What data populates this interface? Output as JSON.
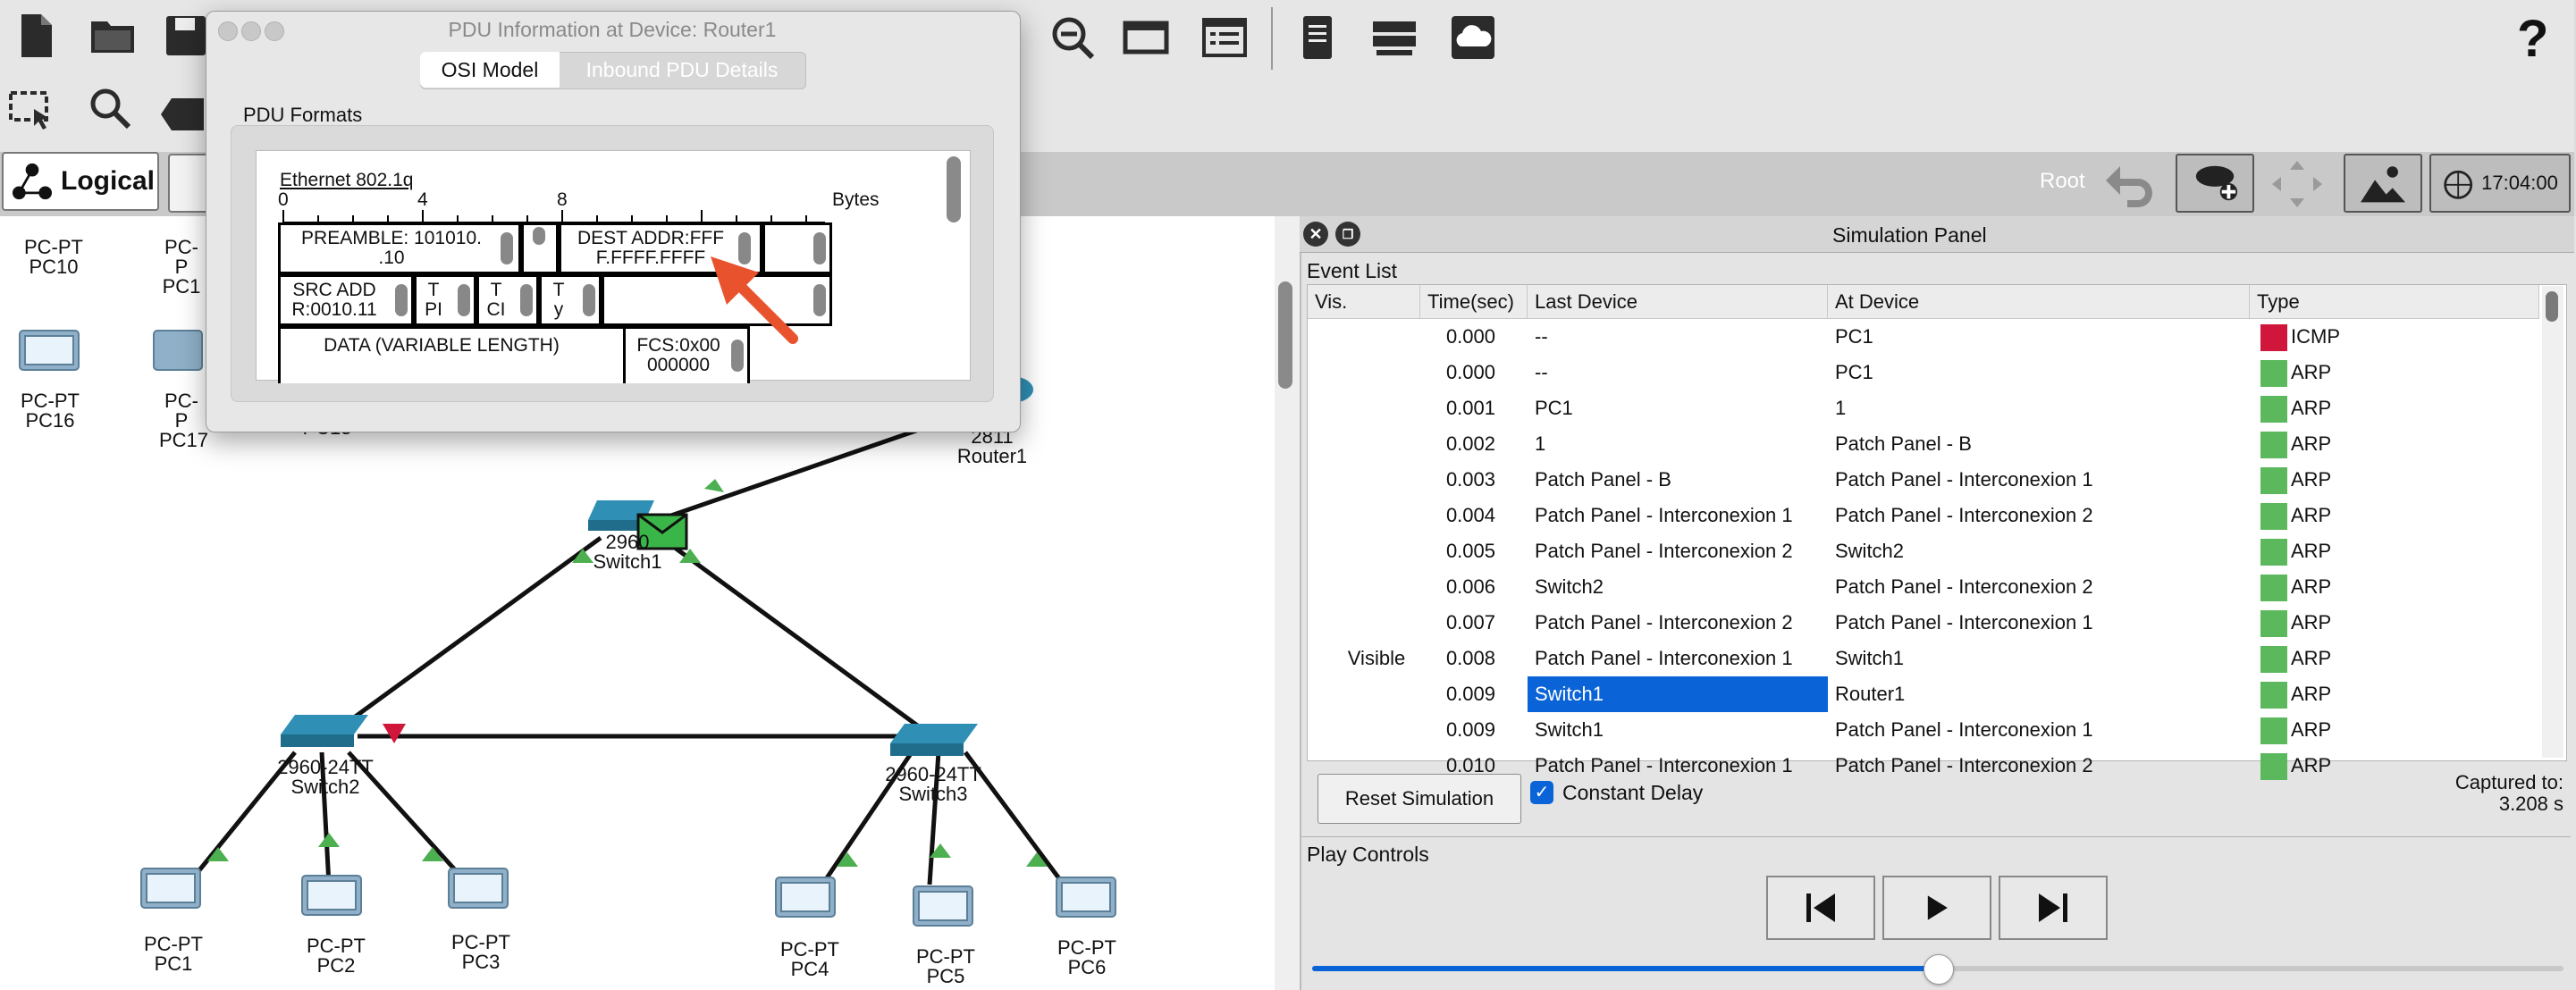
{
  "toolbar": {
    "icons": [
      "new-file-icon",
      "open-folder-icon",
      "save-icon",
      "zoom-out-icon",
      "palette-icon",
      "custom-device-icon",
      "notes-icon",
      "pdu-list-icon",
      "cloud-icon",
      "help-icon"
    ],
    "help": "?",
    "root_label": "Root",
    "clock": "17:04:00",
    "logical_tab": "Logical"
  },
  "workspace": {
    "devices": {
      "pc10": {
        "model": "PC-PT",
        "name": "PC10"
      },
      "pc11": {
        "model": "PC-P",
        "name": "PC1"
      },
      "pc16": {
        "model": "PC-PT",
        "name": "PC16"
      },
      "pc17": {
        "model": "PC-P",
        "name": "PC17"
      },
      "pc15_partial": {
        "name": "PC15"
      },
      "router1": {
        "model": "2811",
        "name": "Router1"
      },
      "switch1": {
        "model": "2960",
        "name": "Switch1"
      },
      "switch2": {
        "model": "2960-24TT",
        "name": "Switch2"
      },
      "switch3": {
        "model": "2960-24TT",
        "name": "Switch3"
      },
      "pc1": {
        "model": "PC-PT",
        "name": "PC1"
      },
      "pc2": {
        "model": "PC-PT",
        "name": "PC2"
      },
      "pc3": {
        "model": "PC-PT",
        "name": "PC3"
      },
      "pc4": {
        "model": "PC-PT",
        "name": "PC4"
      },
      "pc5": {
        "model": "PC-PT",
        "name": "PC5"
      },
      "pc6": {
        "model": "PC-PT",
        "name": "PC6"
      }
    }
  },
  "pdu_dialog": {
    "title": "PDU Information at Device: Router1",
    "tabs": {
      "osi": "OSI Model",
      "inbound": "Inbound PDU Details"
    },
    "formats_label": "PDU Formats",
    "frame_title": "Ethernet 802.1q",
    "ruler": {
      "zero": "0",
      "four": "4",
      "eight": "8",
      "unit": "Bytes"
    },
    "fields": {
      "preamble": "PREAMBLE: 101010.\n.10",
      "dest": "DEST ADDR:FFF\nF.FFFF.FFFF",
      "src": "SRC ADD\nR:0010.11",
      "tpi": "T\nPI",
      "tci": "T\nCI",
      "ty": "T\ny",
      "data": "DATA (VARIABLE LENGTH)",
      "fcs": "FCS:0x00\n000000"
    }
  },
  "sim_panel": {
    "title": "Simulation Panel",
    "event_list_label": "Event List",
    "columns": {
      "vis": "Vis.",
      "time": "Time(sec)",
      "last": "Last Device",
      "at": "At Device",
      "type": "Type"
    },
    "events": [
      {
        "vis": "",
        "time": "0.000",
        "last": "--",
        "at": "PC1",
        "type": "ICMP",
        "color": "#d0163a"
      },
      {
        "vis": "",
        "time": "0.000",
        "last": "--",
        "at": "PC1",
        "type": "ARP",
        "color": "#5cb85c"
      },
      {
        "vis": "",
        "time": "0.001",
        "last": "PC1",
        "at": "1",
        "type": "ARP",
        "color": "#5cb85c"
      },
      {
        "vis": "",
        "time": "0.002",
        "last": "1",
        "at": "Patch Panel - B",
        "type": "ARP",
        "color": "#5cb85c"
      },
      {
        "vis": "",
        "time": "0.003",
        "last": "Patch Panel - B",
        "at": "Patch Panel - Interconexion 1",
        "type": "ARP",
        "color": "#5cb85c"
      },
      {
        "vis": "",
        "time": "0.004",
        "last": "Patch Panel - Interconexion 1",
        "at": "Patch Panel - Interconexion 2",
        "type": "ARP",
        "color": "#5cb85c"
      },
      {
        "vis": "",
        "time": "0.005",
        "last": "Patch Panel - Interconexion 2",
        "at": "Switch2",
        "type": "ARP",
        "color": "#5cb85c"
      },
      {
        "vis": "",
        "time": "0.006",
        "last": "Switch2",
        "at": "Patch Panel - Interconexion 2",
        "type": "ARP",
        "color": "#5cb85c"
      },
      {
        "vis": "",
        "time": "0.007",
        "last": "Patch Panel - Interconexion 2",
        "at": "Patch Panel - Interconexion 1",
        "type": "ARP",
        "color": "#5cb85c"
      },
      {
        "vis": "Visible",
        "time": "0.008",
        "last": "Patch Panel - Interconexion 1",
        "at": "Switch1",
        "type": "ARP",
        "color": "#5cb85c"
      },
      {
        "vis": "",
        "time": "0.009",
        "last": "Switch1",
        "at": "Router1",
        "type": "ARP",
        "color": "#5cb85c",
        "selected": true
      },
      {
        "vis": "",
        "time": "0.009",
        "last": "Switch1",
        "at": "Patch Panel - Interconexion 1",
        "type": "ARP",
        "color": "#5cb85c"
      },
      {
        "vis": "",
        "time": "0.010",
        "last": "Patch Panel - Interconexion 1",
        "at": "Patch Panel - Interconexion 2",
        "type": "ARP",
        "color": "#5cb85c"
      }
    ],
    "reset_label": "Reset Simulation",
    "constant_delay_label": "Constant Delay",
    "constant_delay_checked": true,
    "captured_label": "Captured to:",
    "captured_value": "3.208 s",
    "play_controls_label": "Play Controls",
    "playback_position": 0.5
  }
}
